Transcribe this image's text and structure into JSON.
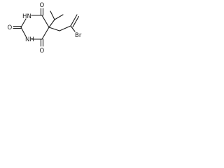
{
  "molecule": {
    "atoms": {
      "o_top": "O",
      "o_left": "O",
      "o_bottom": "O",
      "nh_left": "HN",
      "nh_bottom": "NH",
      "br": "Br"
    }
  }
}
